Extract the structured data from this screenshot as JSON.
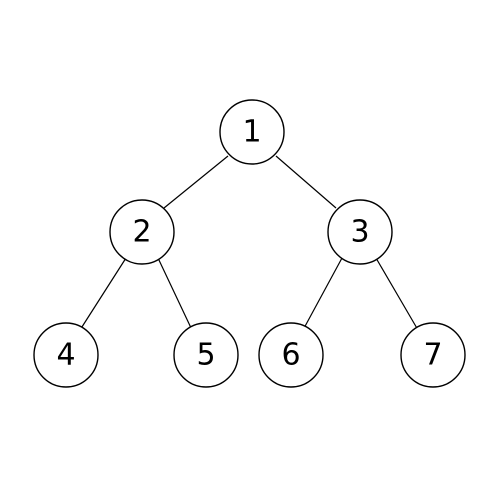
{
  "tree": {
    "nodes": [
      {
        "id": "1",
        "label": "1"
      },
      {
        "id": "2",
        "label": "2"
      },
      {
        "id": "3",
        "label": "3"
      },
      {
        "id": "4",
        "label": "4"
      },
      {
        "id": "5",
        "label": "5"
      },
      {
        "id": "6",
        "label": "6"
      },
      {
        "id": "7",
        "label": "7"
      }
    ],
    "edges": [
      {
        "from": "1",
        "to": "2"
      },
      {
        "from": "1",
        "to": "3"
      },
      {
        "from": "2",
        "to": "4"
      },
      {
        "from": "2",
        "to": "5"
      },
      {
        "from": "3",
        "to": "6"
      },
      {
        "from": "3",
        "to": "7"
      }
    ],
    "colors": {
      "stroke": "#000000",
      "fill": "#ffffff",
      "text": "#000000"
    }
  }
}
